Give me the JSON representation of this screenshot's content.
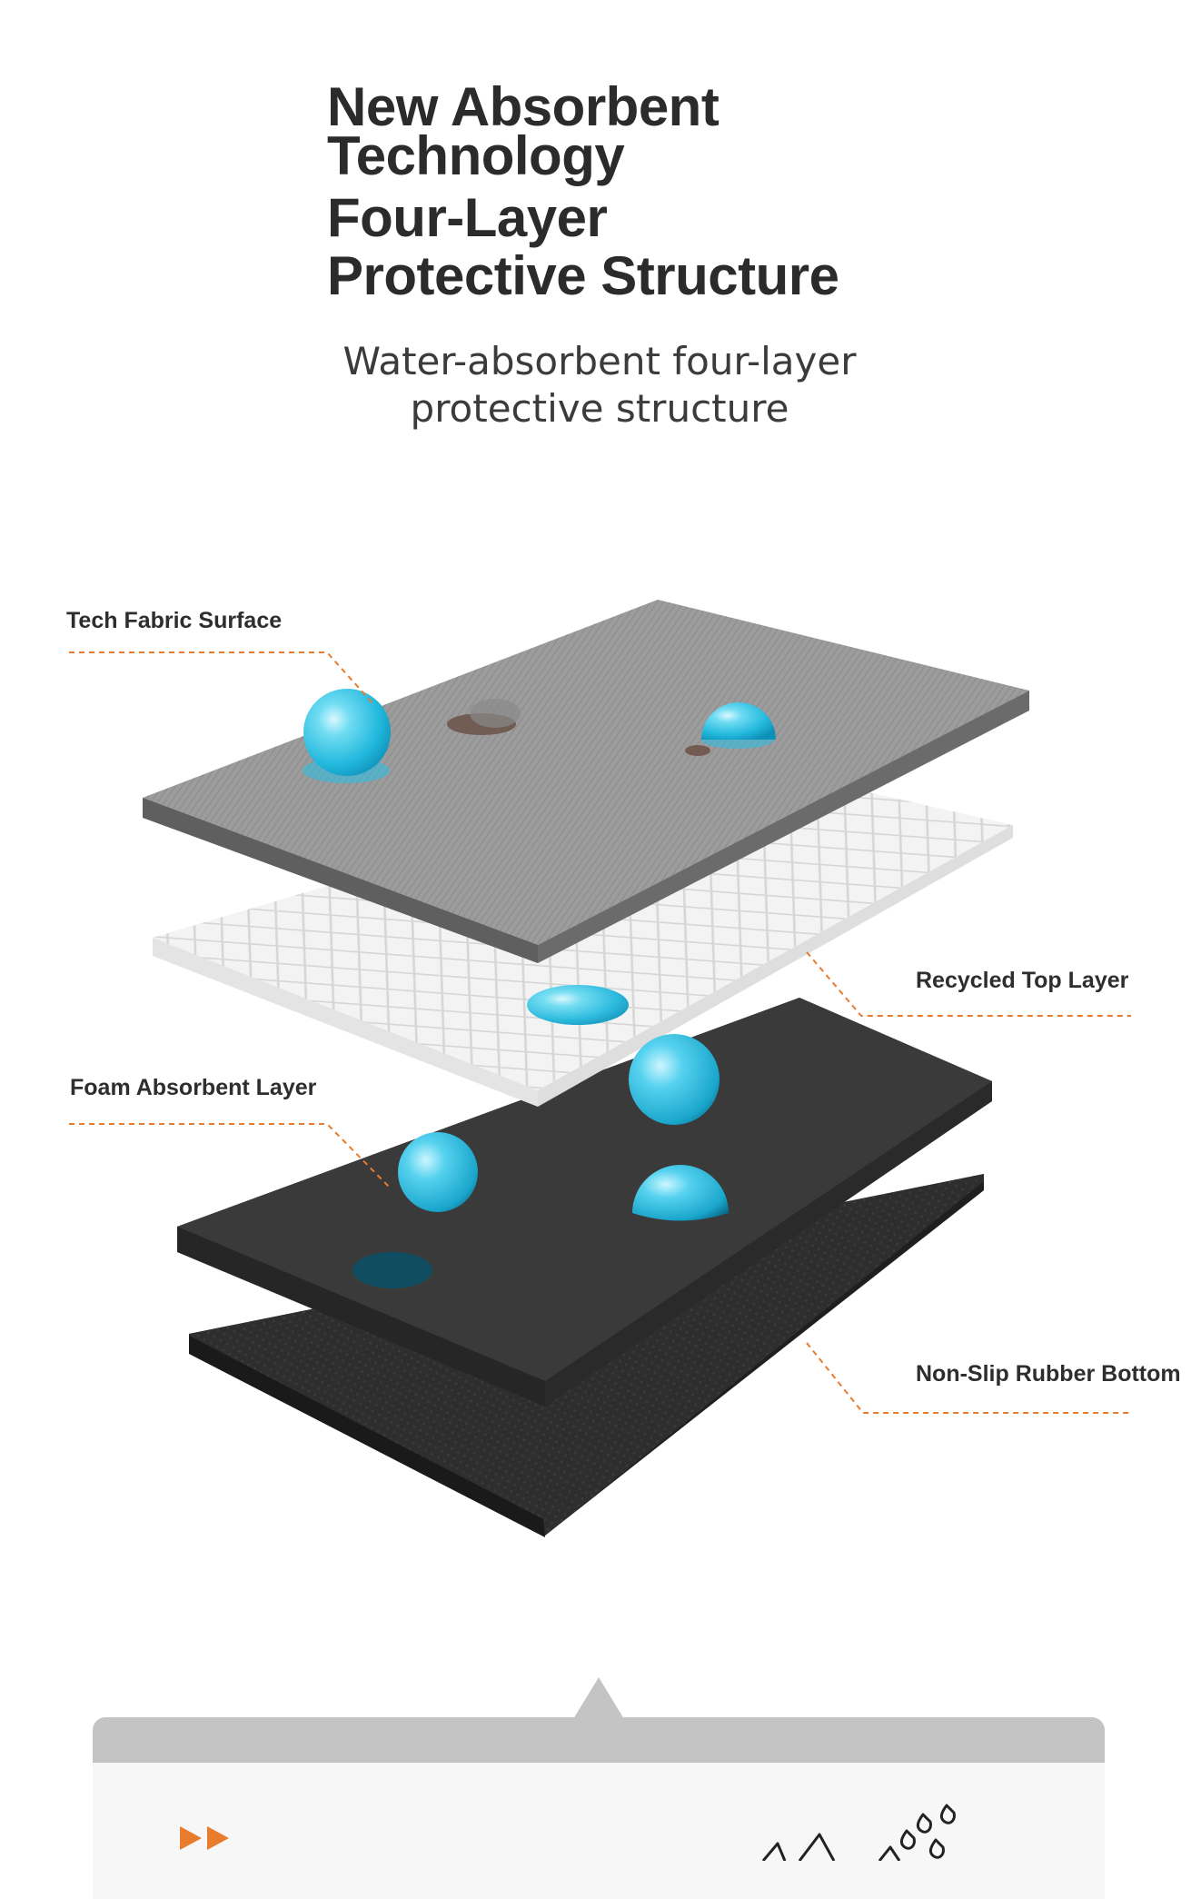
{
  "title": {
    "lines": [
      "New Absorbent",
      "Technology",
      "Four-Layer",
      "Protective Structure"
    ]
  },
  "subtitle": {
    "lines": [
      "Water-absorbent four-layer",
      "protective structure"
    ]
  },
  "layers": [
    {
      "label": "Tech Fabric Surface"
    },
    {
      "label": "Recycled Top Layer"
    },
    {
      "label": "Foam Absorbent Layer"
    },
    {
      "label": "Non-Slip Rubber Bottom"
    }
  ],
  "colors": {
    "accent": "#e87b2c",
    "water": "#35c6e6",
    "fabric_top": "#9a9a9a",
    "fabric_side": "#6e6e6e",
    "recycled_top": "#f1f1f1",
    "foam_top": "#3a3a3a",
    "rubber_top": "#2c2c2c",
    "panel_header": "#c4c4c4",
    "panel_body": "#f7f7f7"
  },
  "icons": {
    "callout_arrow": "double-play-icon",
    "water": "water-drops-icon"
  }
}
